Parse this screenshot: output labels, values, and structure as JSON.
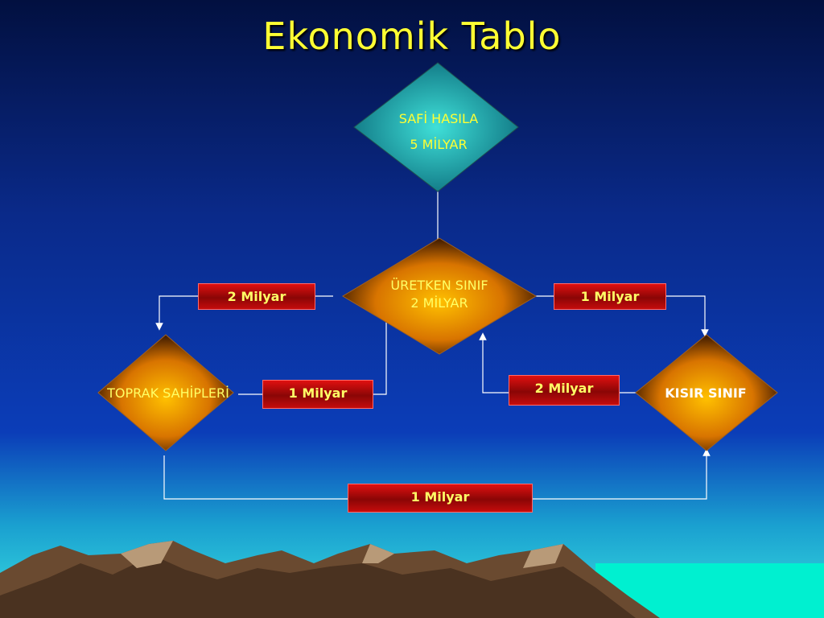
{
  "title": "Ekonomik Tablo",
  "nodes": {
    "safi_hasila": {
      "line1": "SAFİ HASILA",
      "line2": "5 MİLYAR"
    },
    "uretken_sinif": {
      "line1": "ÜRETKEN SINIF",
      "line2": "2 MİLYAR"
    },
    "toprak_sahipleri": {
      "label": "TOPRAK SAHİPLERİ"
    },
    "kisir_sinif": {
      "label": "KISIR SINIF"
    }
  },
  "flows": {
    "uretken_to_toprak": "2 Milyar",
    "uretken_to_kisir": "1 Milyar",
    "toprak_to_uretken": "1 Milyar",
    "kisir_to_uretken": "2 Milyar",
    "toprak_to_kisir": "1 Milyar"
  },
  "colors": {
    "title": "#ffff33",
    "label_text": "#ffff66",
    "box_red": "#c00a0a",
    "teal_diamond": "#1a9b9b",
    "orange_diamond": "#f5a000"
  }
}
